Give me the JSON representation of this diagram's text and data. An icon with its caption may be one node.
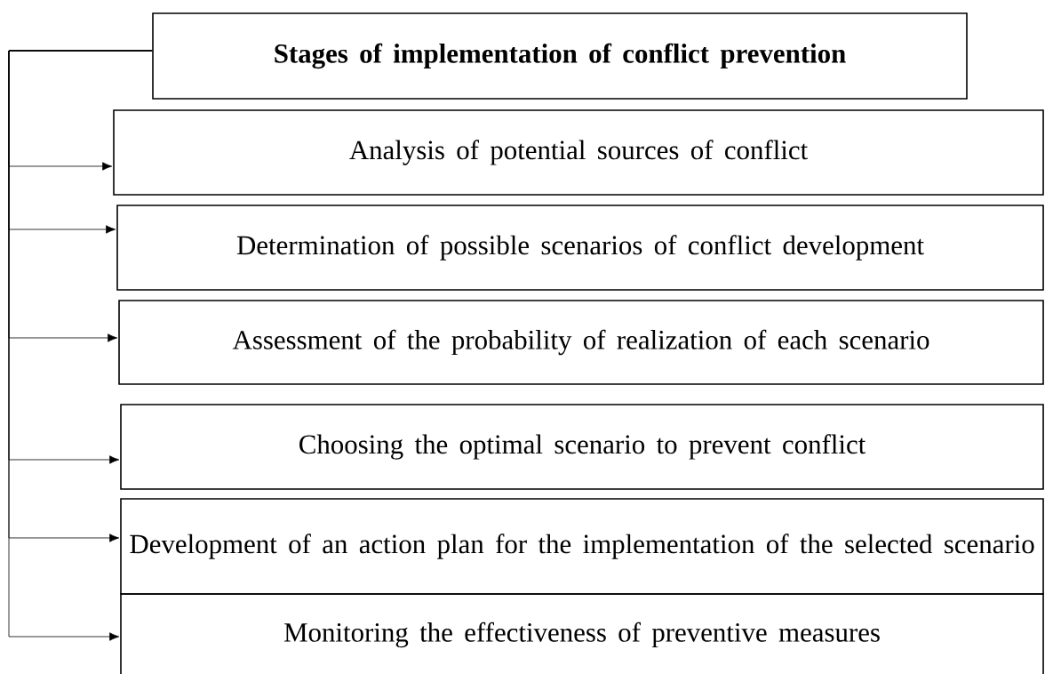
{
  "diagram": {
    "nodes": [
      {
        "text": [
          "Stages of implementation of conflict prevention"
        ]
      },
      {
        "text": [
          "Analysis of potential sources of conflict"
        ]
      },
      {
        "text": [
          "Determination of possible scenarios of conflict development"
        ]
      },
      {
        "text": [
          "Assessment of the probability of realization of each scenario"
        ]
      },
      {
        "text": [
          "Choosing the optimal scenario to prevent conflict"
        ]
      },
      {
        "text": [
          "Development of an action plan for the implementation of the selected scenario"
        ]
      },
      {
        "text": [
          "Monitoring the effectiveness of preventive measures"
        ]
      }
    ],
    "edges": [
      {
        "from": 0,
        "to": 1,
        "arrow": "to"
      },
      {
        "from": 0,
        "to": 2,
        "arrow": "to"
      },
      {
        "from": 0,
        "to": 3,
        "arrow": "to"
      },
      {
        "from": 0,
        "to": 4,
        "arrow": "to"
      },
      {
        "from": 0,
        "to": 5,
        "arrow": "to"
      },
      {
        "from": 0,
        "to": 6,
        "arrow": "to"
      }
    ]
  }
}
